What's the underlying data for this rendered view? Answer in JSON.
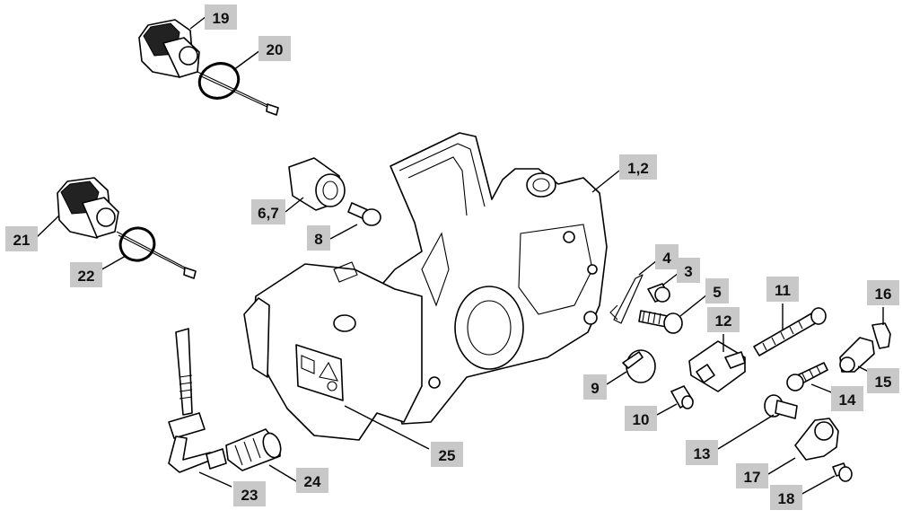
{
  "parts": [
    {
      "id": "p19",
      "label": "19"
    },
    {
      "id": "p20",
      "label": "20"
    },
    {
      "id": "p21",
      "label": "21"
    },
    {
      "id": "p22",
      "label": "22"
    },
    {
      "id": "p67",
      "label": "6,7"
    },
    {
      "id": "p8",
      "label": "8"
    },
    {
      "id": "p12a",
      "label": "1,2"
    },
    {
      "id": "p4",
      "label": "4"
    },
    {
      "id": "p3",
      "label": "3"
    },
    {
      "id": "p5",
      "label": "5"
    },
    {
      "id": "p11",
      "label": "11"
    },
    {
      "id": "p16",
      "label": "16"
    },
    {
      "id": "p12",
      "label": "12"
    },
    {
      "id": "p9",
      "label": "9"
    },
    {
      "id": "p10",
      "label": "10"
    },
    {
      "id": "p15",
      "label": "15"
    },
    {
      "id": "p14",
      "label": "14"
    },
    {
      "id": "p13",
      "label": "13"
    },
    {
      "id": "p17",
      "label": "17"
    },
    {
      "id": "p18",
      "label": "18"
    },
    {
      "id": "p23",
      "label": "23"
    },
    {
      "id": "p24",
      "label": "24"
    },
    {
      "id": "p25",
      "label": "25"
    }
  ]
}
